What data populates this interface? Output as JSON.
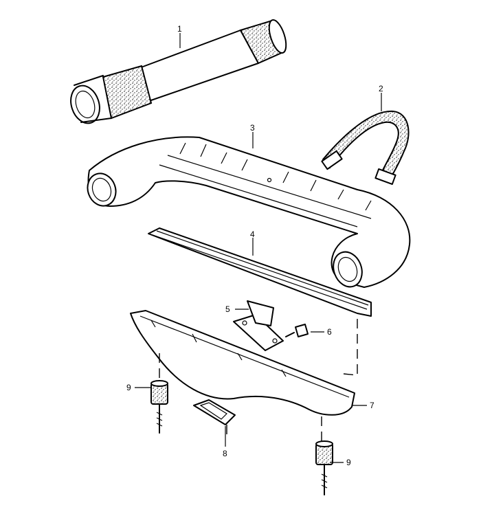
{
  "diagram": {
    "type": "exploded-parts-diagram",
    "callouts": [
      {
        "id": "c1",
        "label": "1"
      },
      {
        "id": "c2",
        "label": "2"
      },
      {
        "id": "c3",
        "label": "3"
      },
      {
        "id": "c4",
        "label": "4"
      },
      {
        "id": "c5",
        "label": "5"
      },
      {
        "id": "c6",
        "label": "6"
      },
      {
        "id": "c7",
        "label": "7"
      },
      {
        "id": "c8",
        "label": "8"
      },
      {
        "id": "c9a",
        "label": "9"
      },
      {
        "id": "c9b",
        "label": "9"
      }
    ]
  }
}
